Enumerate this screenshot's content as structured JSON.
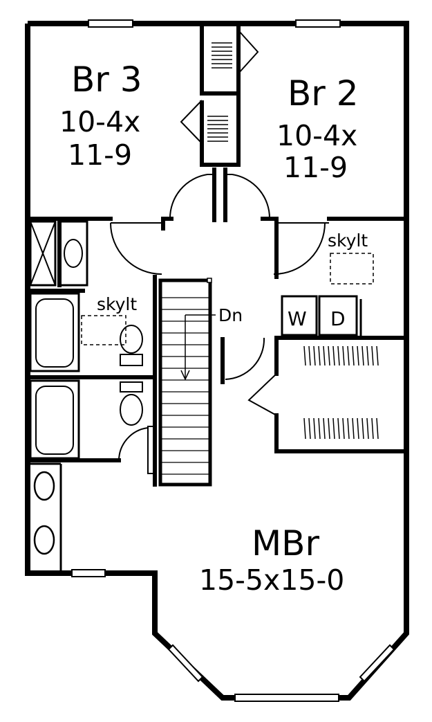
{
  "rooms": {
    "br3": {
      "name": "Br 3",
      "dim_w": "10-4x",
      "dim_l": "11-9"
    },
    "br2": {
      "name": "Br 2",
      "dim_w": "10-4x",
      "dim_l": "11-9"
    },
    "mbr": {
      "name": "MBr",
      "dim": "15-5x15-0"
    }
  },
  "labels": {
    "skylight_laundry": "skylt",
    "skylight_bath": "skylt",
    "stair_down": "Dn",
    "washer": "W",
    "dryer": "D"
  }
}
